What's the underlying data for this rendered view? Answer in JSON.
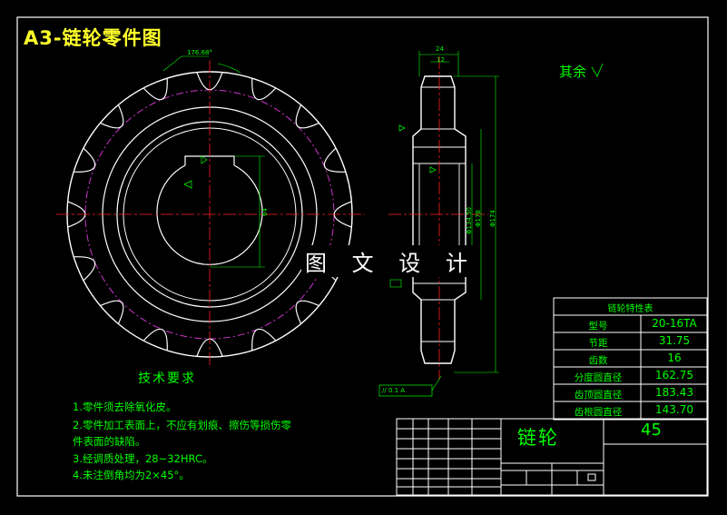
{
  "title": "A3-链轮零件图",
  "watermark": "图 文 设 计",
  "surface_note": "其余",
  "dimensions": {
    "front_top": "176.68°",
    "keyway_depth": "64",
    "side_width": "24",
    "side_hub": "12",
    "dia_hub": "Φ134.50",
    "dia_outer": "Φ178",
    "dia_right": "Φ174",
    "tolerance_frame": "// 0.1 A"
  },
  "tech_requirements": {
    "title": "技术要求",
    "items": [
      "1.零件须去除氧化皮。",
      "2.零件加工表面上，不应有划痕、擦伤等损伤零",
      "件表面的缺陷。",
      "3.经调质处理，28~32HRC。",
      "4.未注倒角均为2×45°。"
    ]
  },
  "spec_table": {
    "title": "链轮特性表",
    "rows": [
      {
        "label": "型号",
        "value": "20-16TA"
      },
      {
        "label": "节距",
        "value": "31.75"
      },
      {
        "label": "齿数",
        "value": "16"
      },
      {
        "label": "分度圆直径",
        "value": "162.75"
      },
      {
        "label": "齿顶圆直径",
        "value": "183.43"
      },
      {
        "label": "齿根圆直径",
        "value": "143.70"
      }
    ]
  },
  "title_block": {
    "part_name": "链轮",
    "material": "45"
  },
  "colors": {
    "background": "#000000",
    "line": "#ffffff",
    "annotation": "#00ff00",
    "title": "#ffff2a",
    "center_line": "#ff2020",
    "pitch_circle": "#cc33cc"
  }
}
